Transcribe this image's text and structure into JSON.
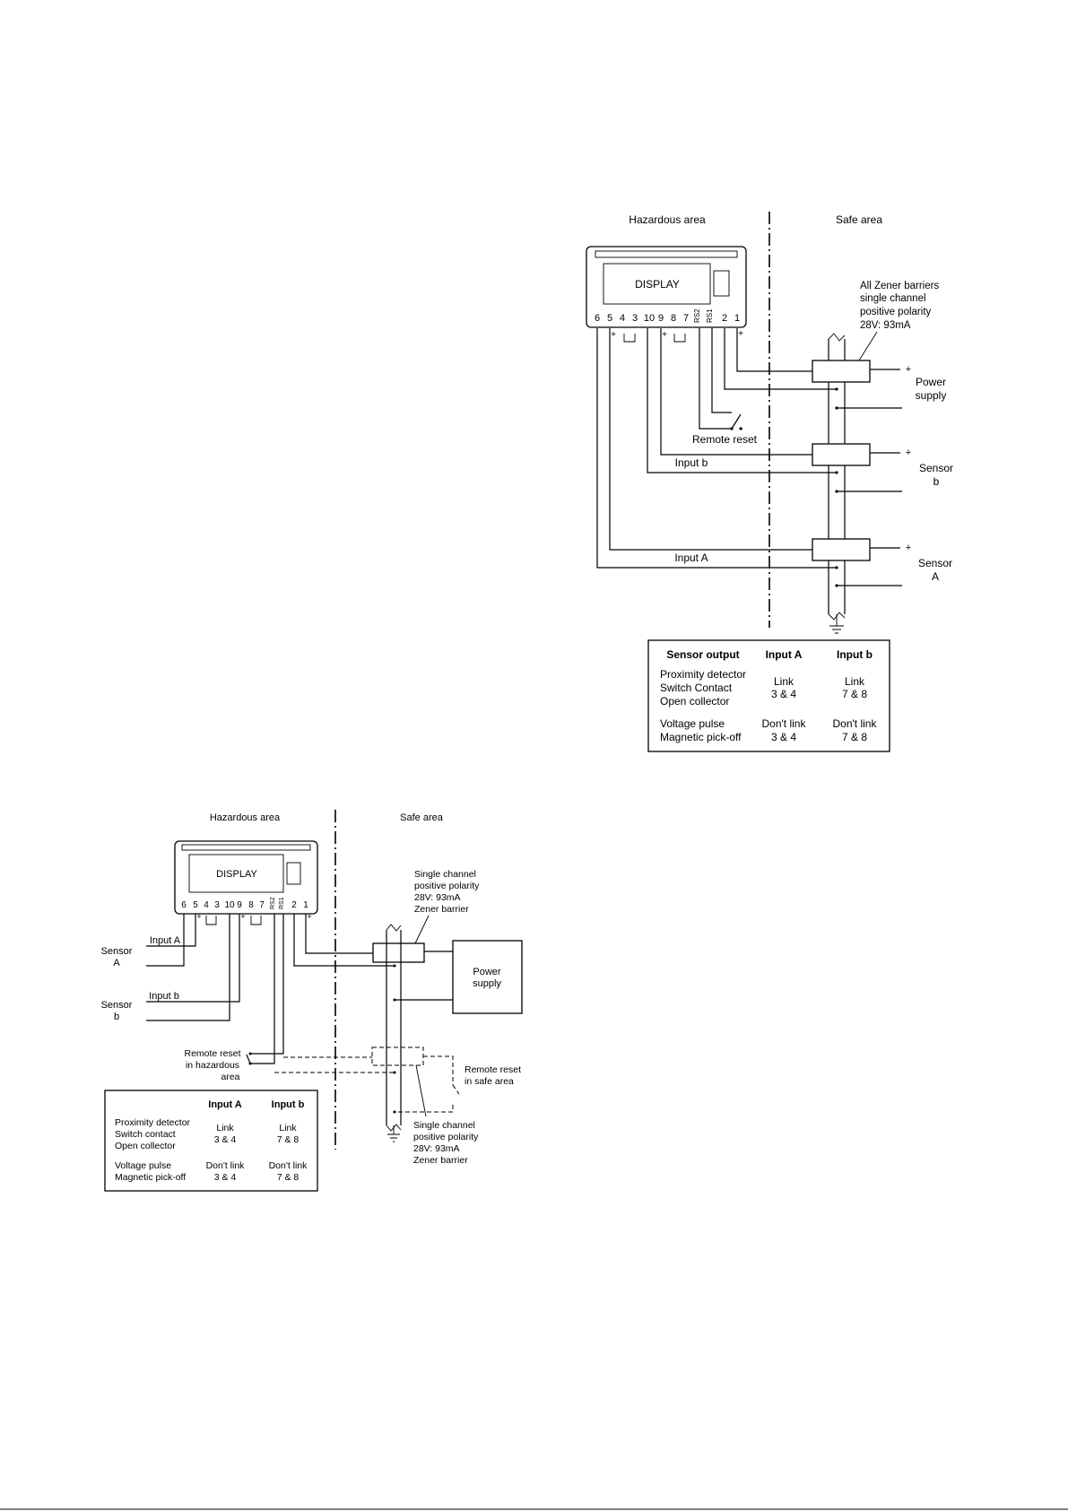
{
  "diagram1": {
    "hazardous_area": "Hazardous area",
    "safe_area": "Safe area",
    "display": "DISPLAY",
    "terminals": [
      "6",
      "5",
      "4",
      "3",
      "10",
      "9",
      "8",
      "7",
      "RS2",
      "RS1",
      "2",
      "1"
    ],
    "plus": "+",
    "barrier_note": [
      "All Zener barriers",
      "single channel",
      "positive polarity",
      "28V: 93mA"
    ],
    "power_supply": [
      "Power",
      "supply"
    ],
    "remote_reset": "Remote reset",
    "input_b": "Input b",
    "input_a": "Input A",
    "sensor_b": [
      "Sensor",
      "b"
    ],
    "sensor_a": [
      "Sensor",
      "A"
    ],
    "table": {
      "headers": [
        "Sensor output",
        "Input A",
        "Input b"
      ],
      "rows": [
        {
          "output": [
            "Proximity detector",
            "Switch Contact",
            "Open collector"
          ],
          "a": [
            "Link",
            "3 & 4"
          ],
          "b": [
            "Link",
            "7 & 8"
          ]
        },
        {
          "output": [
            "Voltage pulse",
            "Magnetic pick-off"
          ],
          "a": [
            "Don't link",
            "3 & 4"
          ],
          "b": [
            "Don't link",
            "7 & 8"
          ]
        }
      ]
    }
  },
  "diagram2": {
    "hazardous_area": "Hazardous area",
    "safe_area": "Safe area",
    "display": "DISPLAY",
    "terminals": [
      "6",
      "5",
      "4",
      "3",
      "10",
      "9",
      "8",
      "7",
      "RS2",
      "RS1",
      "2",
      "1"
    ],
    "plus": "+",
    "barrier_note_top": [
      "Single channel",
      "positive polarity",
      "28V: 93mA",
      "Zener barrier"
    ],
    "barrier_note_bottom": [
      "Single channel",
      "positive polarity",
      "28V: 93mA",
      "Zener barrier"
    ],
    "power_supply": [
      "Power",
      "supply"
    ],
    "input_a": "Input A",
    "input_b": "Input b",
    "sensor_a": [
      "Sensor",
      "A"
    ],
    "sensor_b": [
      "Sensor",
      "b"
    ],
    "remote_reset_hazardous": [
      "Remote reset",
      "in hazardous",
      "area"
    ],
    "remote_reset_safe": [
      "Remote reset",
      "in safe area"
    ],
    "table": {
      "headers": [
        "",
        "Input A",
        "Input b"
      ],
      "rows": [
        {
          "output": [
            "Proximity detector",
            "Switch contact",
            "Open collector"
          ],
          "a": [
            "Link",
            "3 & 4"
          ],
          "b": [
            "Link",
            "7 & 8"
          ]
        },
        {
          "output": [
            "Voltage pulse",
            "Magnetic pick-off"
          ],
          "a": [
            "Don't link",
            "3 & 4"
          ],
          "b": [
            "Don't link",
            "7 & 8"
          ]
        }
      ]
    }
  }
}
